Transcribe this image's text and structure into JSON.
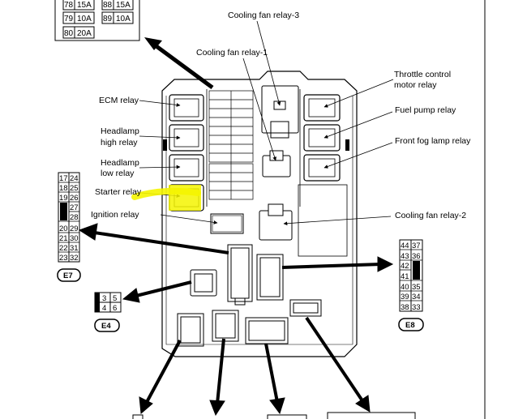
{
  "fuse_table": {
    "rows": [
      [
        "78",
        "15A",
        "88",
        "15A"
      ],
      [
        "79",
        "10A",
        "89",
        "10A"
      ],
      [
        "80",
        "20A",
        "",
        ""
      ]
    ]
  },
  "labels": {
    "cooling_fan_relay_3": "Cooling fan relay-3",
    "cooling_fan_relay_1": "Cooling fan relay-1",
    "throttle_line1": "Throttle control",
    "throttle_line2": "motor relay",
    "fuel_pump_relay": "Fuel pump relay",
    "front_fog_lamp_relay": "Front fog lamp relay",
    "ecm_relay": "ECM relay",
    "headlamp_high_line1": "Headlamp",
    "headlamp_high_line2": "high relay",
    "headlamp_low_line1": "Headlamp",
    "headlamp_low_line2": "low relay",
    "starter_relay": "Starter relay",
    "ignition_relay": "Ignition relay",
    "cooling_fan_relay_2": "Cooling fan relay-2"
  },
  "connectors": {
    "e7": {
      "name": "E7",
      "pins": [
        [
          "17",
          "24"
        ],
        [
          "18",
          "25"
        ],
        [
          "19",
          "26"
        ],
        [
          "",
          "27"
        ],
        [
          "",
          "28"
        ],
        [
          "20",
          "29"
        ],
        [
          "21",
          "30"
        ],
        [
          "22",
          "31"
        ],
        [
          "23",
          "32"
        ]
      ]
    },
    "e4": {
      "name": "E4",
      "pins": [
        [
          "",
          "3",
          "5"
        ],
        [
          "",
          "4",
          "6"
        ]
      ]
    },
    "e8": {
      "name": "E8",
      "pins": [
        [
          "44",
          "37"
        ],
        [
          "43",
          "36"
        ],
        [
          "42",
          ""
        ],
        [
          "41",
          ""
        ],
        [
          "40",
          "35"
        ],
        [
          "39",
          "34"
        ],
        [
          "38",
          "33"
        ]
      ]
    }
  },
  "colors": {
    "highlight": "#f5f500",
    "line": "#000000"
  }
}
